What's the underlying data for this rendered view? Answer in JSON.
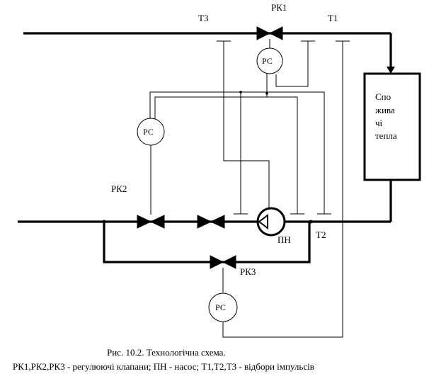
{
  "labels": {
    "rk1": "РК1",
    "rk2": "РК2",
    "rk3": "РК3",
    "t1": "Т1",
    "t2": "Т2",
    "t3": "Т3",
    "pump": "ПН",
    "regulator": "РС"
  },
  "consumer": {
    "line1": "Спо",
    "line2": "жива",
    "line3": "чі",
    "line4": "тепла"
  },
  "caption": {
    "line1": "Рис. 10.2. Технологічна схема.",
    "line2": "РК1,РК2,РК3 - регулюючі клапани; ПН - насос; Т1,Т2,Т3 - відбори імпульсів"
  }
}
